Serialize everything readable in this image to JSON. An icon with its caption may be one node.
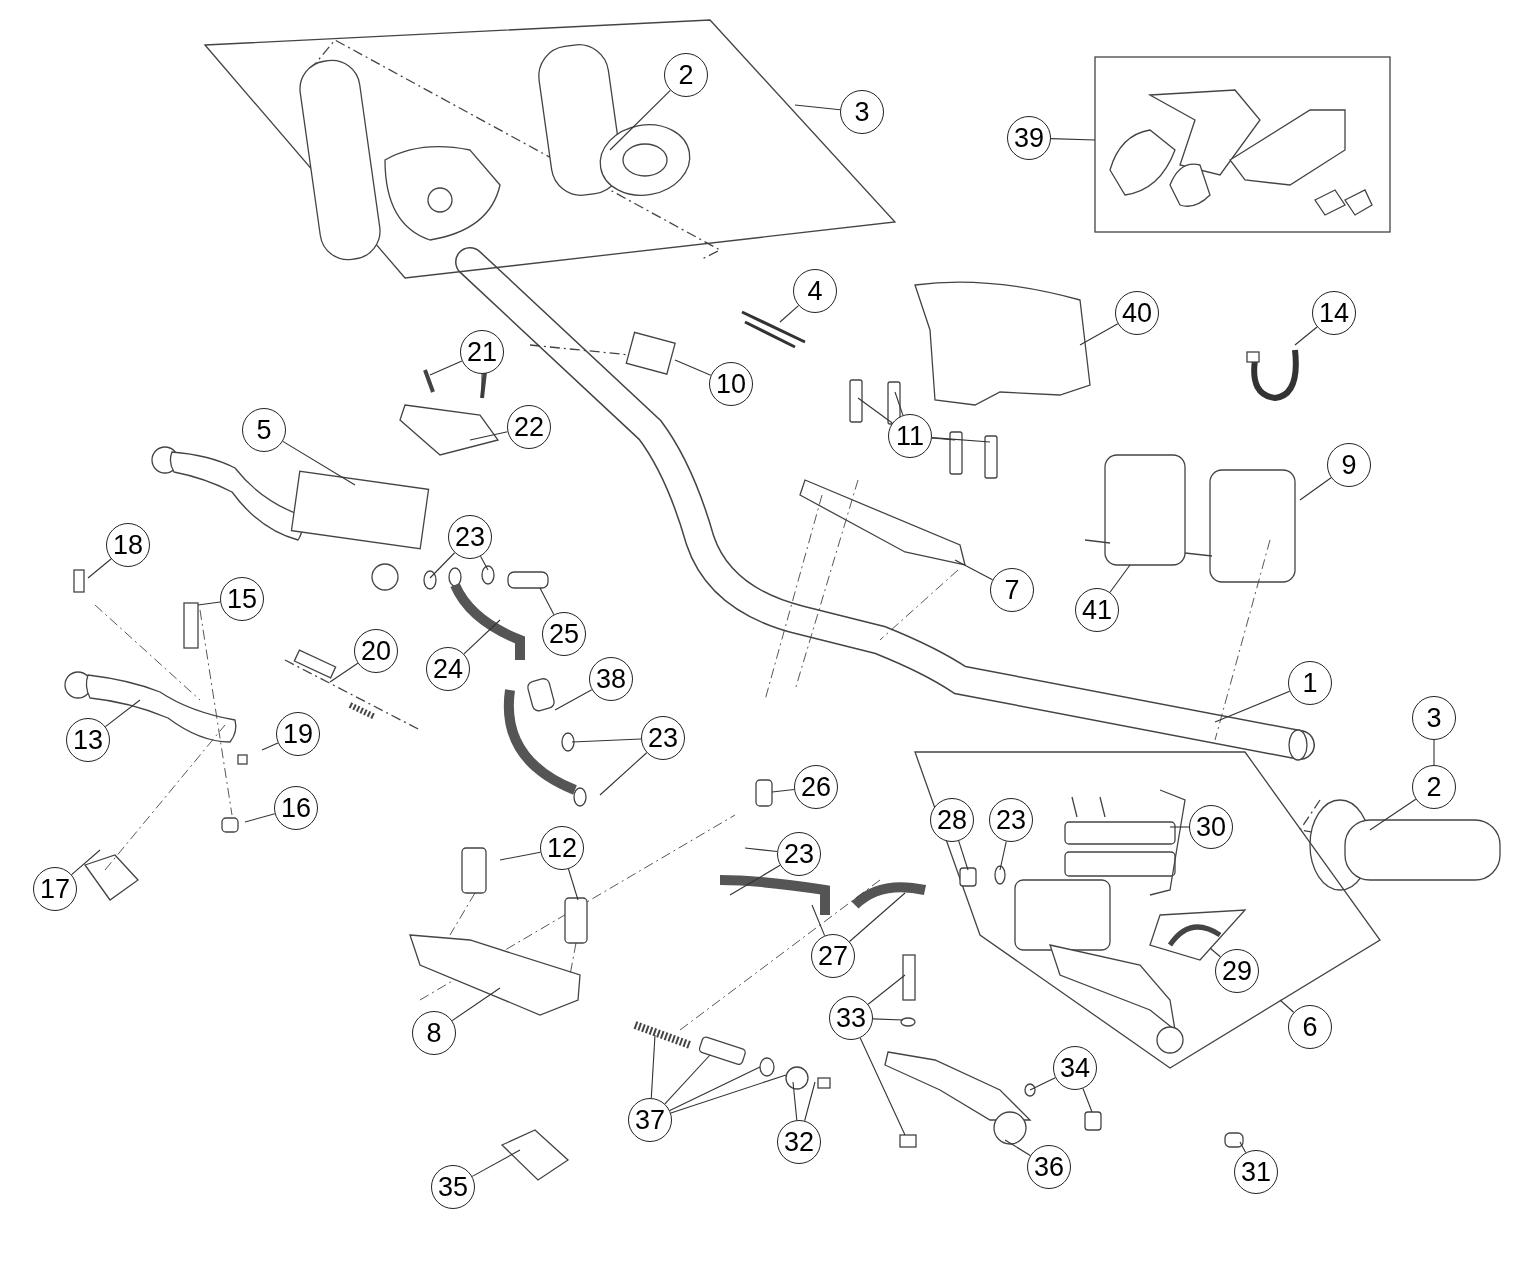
{
  "diagram": {
    "nodes": [
      {
        "text": [
          "2"
        ]
      },
      {
        "text": [
          "3"
        ]
      },
      {
        "text": [
          "39"
        ]
      },
      {
        "text": [
          "4"
        ]
      },
      {
        "text": [
          "40"
        ]
      },
      {
        "text": [
          "14"
        ]
      },
      {
        "text": [
          "21"
        ]
      },
      {
        "text": [
          "10"
        ]
      },
      {
        "text": [
          "22"
        ]
      },
      {
        "text": [
          "5"
        ]
      },
      {
        "text": [
          "11"
        ]
      },
      {
        "text": [
          "9"
        ]
      },
      {
        "text": [
          "23"
        ]
      },
      {
        "text": [
          "18"
        ]
      },
      {
        "text": [
          "7"
        ]
      },
      {
        "text": [
          "15"
        ]
      },
      {
        "text": [
          "41"
        ]
      },
      {
        "text": [
          "25"
        ]
      },
      {
        "text": [
          "20"
        ]
      },
      {
        "text": [
          "24"
        ]
      },
      {
        "text": [
          "38"
        ]
      },
      {
        "text": [
          "1"
        ]
      },
      {
        "text": [
          "3"
        ]
      },
      {
        "text": [
          "19"
        ]
      },
      {
        "text": [
          "23"
        ]
      },
      {
        "text": [
          "13"
        ]
      },
      {
        "text": [
          "2"
        ]
      },
      {
        "text": [
          "26"
        ]
      },
      {
        "text": [
          "16"
        ]
      },
      {
        "text": [
          "28"
        ]
      },
      {
        "text": [
          "23"
        ]
      },
      {
        "text": [
          "30"
        ]
      },
      {
        "text": [
          "12"
        ]
      },
      {
        "text": [
          "23"
        ]
      },
      {
        "text": [
          "17"
        ]
      },
      {
        "text": [
          "27"
        ]
      },
      {
        "text": [
          "29"
        ]
      },
      {
        "text": [
          "33"
        ]
      },
      {
        "text": [
          "6"
        ]
      },
      {
        "text": [
          "8"
        ]
      },
      {
        "text": [
          "34"
        ]
      },
      {
        "text": [
          "37"
        ]
      },
      {
        "text": [
          "32"
        ]
      },
      {
        "text": [
          "36"
        ]
      },
      {
        "text": [
          "31"
        ]
      },
      {
        "text": [
          "35"
        ]
      }
    ],
    "edges": [
      {
        "from": 0,
        "to": null,
        "arrow": "none"
      },
      {
        "from": 1,
        "to": null,
        "arrow": "none"
      },
      {
        "from": 2,
        "to": null,
        "arrow": "none"
      },
      {
        "from": 3,
        "to": null,
        "arrow": "none"
      },
      {
        "from": 4,
        "to": null,
        "arrow": "none"
      },
      {
        "from": 5,
        "to": null,
        "arrow": "none"
      },
      {
        "from": 6,
        "to": null,
        "arrow": "none"
      },
      {
        "from": 6,
        "to": null,
        "arrow": "none"
      },
      {
        "from": 7,
        "to": null,
        "arrow": "none"
      },
      {
        "from": 8,
        "to": null,
        "arrow": "none"
      },
      {
        "from": 9,
        "to": null,
        "arrow": "none"
      },
      {
        "from": 10,
        "to": null,
        "arrow": "none"
      },
      {
        "from": 10,
        "to": null,
        "arrow": "none"
      },
      {
        "from": 10,
        "to": null,
        "arrow": "none"
      },
      {
        "from": 10,
        "to": null,
        "arrow": "none"
      },
      {
        "from": 12,
        "to": null,
        "arrow": "none"
      },
      {
        "from": 12,
        "to": null,
        "arrow": "none"
      },
      {
        "from": 13,
        "to": null,
        "arrow": "none"
      },
      {
        "from": 14,
        "to": null,
        "arrow": "none"
      },
      {
        "from": 15,
        "to": null,
        "arrow": "none"
      },
      {
        "from": 16,
        "to": null,
        "arrow": "none"
      },
      {
        "from": 17,
        "to": null,
        "arrow": "none"
      },
      {
        "from": 18,
        "to": null,
        "arrow": "none"
      },
      {
        "from": 19,
        "to": null,
        "arrow": "none"
      },
      {
        "from": 20,
        "to": null,
        "arrow": "none"
      },
      {
        "from": 21,
        "to": null,
        "arrow": "none"
      },
      {
        "from": 22,
        "to": 26,
        "arrow": "none"
      },
      {
        "from": 23,
        "to": null,
        "arrow": "none"
      },
      {
        "from": 24,
        "to": null,
        "arrow": "none"
      },
      {
        "from": 24,
        "to": null,
        "arrow": "none"
      },
      {
        "from": 25,
        "to": null,
        "arrow": "none"
      },
      {
        "from": 26,
        "to": null,
        "arrow": "none"
      },
      {
        "from": 27,
        "to": null,
        "arrow": "none"
      },
      {
        "from": 28,
        "to": null,
        "arrow": "none"
      },
      {
        "from": 29,
        "to": null,
        "arrow": "none"
      },
      {
        "from": 30,
        "to": null,
        "arrow": "none"
      },
      {
        "from": 31,
        "to": null,
        "arrow": "none"
      },
      {
        "from": 32,
        "to": null,
        "arrow": "none"
      },
      {
        "from": 32,
        "to": null,
        "arrow": "none"
      },
      {
        "from": 33,
        "to": null,
        "arrow": "none"
      },
      {
        "from": 33,
        "to": null,
        "arrow": "none"
      },
      {
        "from": 34,
        "to": null,
        "arrow": "none"
      },
      {
        "from": 35,
        "to": null,
        "arrow": "none"
      },
      {
        "from": 35,
        "to": null,
        "arrow": "none"
      },
      {
        "from": 36,
        "to": null,
        "arrow": "none"
      },
      {
        "from": 37,
        "to": null,
        "arrow": "none"
      },
      {
        "from": 37,
        "to": null,
        "arrow": "none"
      },
      {
        "from": 37,
        "to": null,
        "arrow": "none"
      },
      {
        "from": 38,
        "to": null,
        "arrow": "none"
      },
      {
        "from": 39,
        "to": null,
        "arrow": "none"
      },
      {
        "from": 40,
        "to": null,
        "arrow": "none"
      },
      {
        "from": 40,
        "to": null,
        "arrow": "none"
      },
      {
        "from": 41,
        "to": null,
        "arrow": "none"
      },
      {
        "from": 41,
        "to": null,
        "arrow": "none"
      },
      {
        "from": 41,
        "to": null,
        "arrow": "none"
      },
      {
        "from": 41,
        "to": null,
        "arrow": "none"
      },
      {
        "from": 42,
        "to": null,
        "arrow": "none"
      },
      {
        "from": 42,
        "to": null,
        "arrow": "none"
      },
      {
        "from": 43,
        "to": null,
        "arrow": "none"
      },
      {
        "from": 44,
        "to": null,
        "arrow": "none"
      },
      {
        "from": 45,
        "to": null,
        "arrow": "none"
      },
      {
        "from": 11,
        "to": null,
        "arrow": "none"
      }
    ]
  }
}
